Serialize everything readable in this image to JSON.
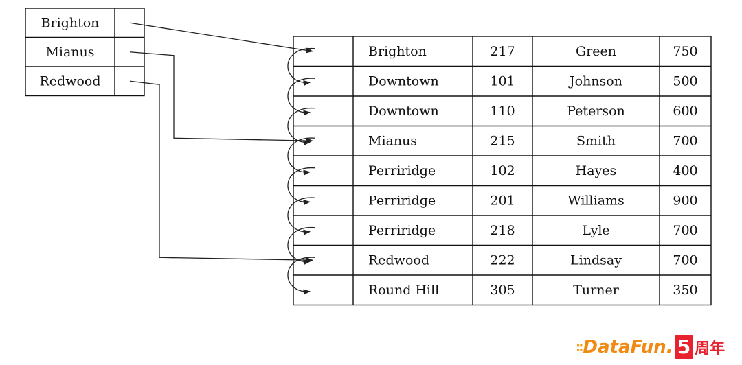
{
  "index_file": {
    "entries": [
      "Brighton",
      "Mianus",
      "Redwood"
    ]
  },
  "account_table": {
    "rows": [
      [
        "Brighton",
        "217",
        "Green",
        "750"
      ],
      [
        "Downtown",
        "101",
        "Johnson",
        "500"
      ],
      [
        "Downtown",
        "110",
        "Peterson",
        "600"
      ],
      [
        "Mianus",
        "215",
        "Smith",
        "700"
      ],
      [
        "Perriridge",
        "102",
        "Hayes",
        "400"
      ],
      [
        "Perriridge",
        "201",
        "Williams",
        "900"
      ],
      [
        "Perriridge",
        "218",
        "Lyle",
        "700"
      ],
      [
        "Redwood",
        "222",
        "Lindsay",
        "700"
      ],
      [
        "Round Hill",
        "305",
        "Turner",
        "350"
      ]
    ]
  },
  "logo": {
    "dots": "::",
    "brand": "DataFun.",
    "five": "5",
    "anniversary": "周年"
  }
}
